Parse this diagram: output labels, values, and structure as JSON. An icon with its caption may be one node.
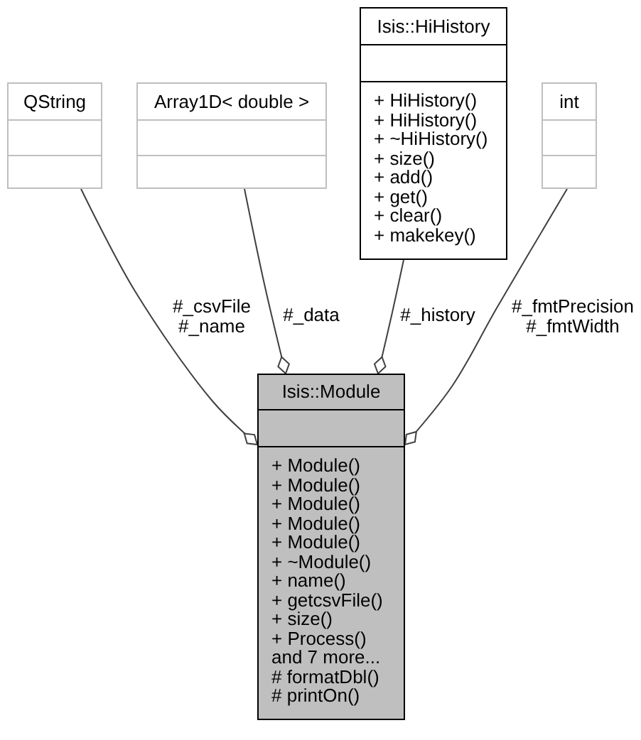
{
  "diagram": {
    "nodes": [
      {
        "text": [
          "QString"
        ]
      },
      {
        "text": [
          "Array1D< double >"
        ]
      },
      {
        "text": [
          "Isis::HiHistory",
          "+ HiHistory()",
          "+ HiHistory()",
          "+ ~HiHistory()",
          "+ size()",
          "+ add()",
          "+ get()",
          "+ clear()",
          "+ makekey()"
        ]
      },
      {
        "text": [
          "int"
        ]
      },
      {
        "text": [
          "Isis::Module",
          "+ Module()",
          "+ Module()",
          "+ Module()",
          "+ Module()",
          "+ Module()",
          "+ ~Module()",
          "+ name()",
          "+ getcsvFile()",
          "+ size()",
          "+ Process()",
          "and 7 more...",
          "# formatDbl()",
          "# printOn()"
        ]
      }
    ],
    "edges": [
      {
        "from": 0,
        "to": 4,
        "arrow": "other",
        "label": "#_csvFile #_name"
      },
      {
        "from": 1,
        "to": 4,
        "arrow": "other",
        "label": "#_data"
      },
      {
        "from": 2,
        "to": 4,
        "arrow": "other",
        "label": "#_history"
      },
      {
        "from": 3,
        "to": 4,
        "arrow": "other",
        "label": "#_fmtPrecision #_fmtWidth"
      }
    ]
  }
}
